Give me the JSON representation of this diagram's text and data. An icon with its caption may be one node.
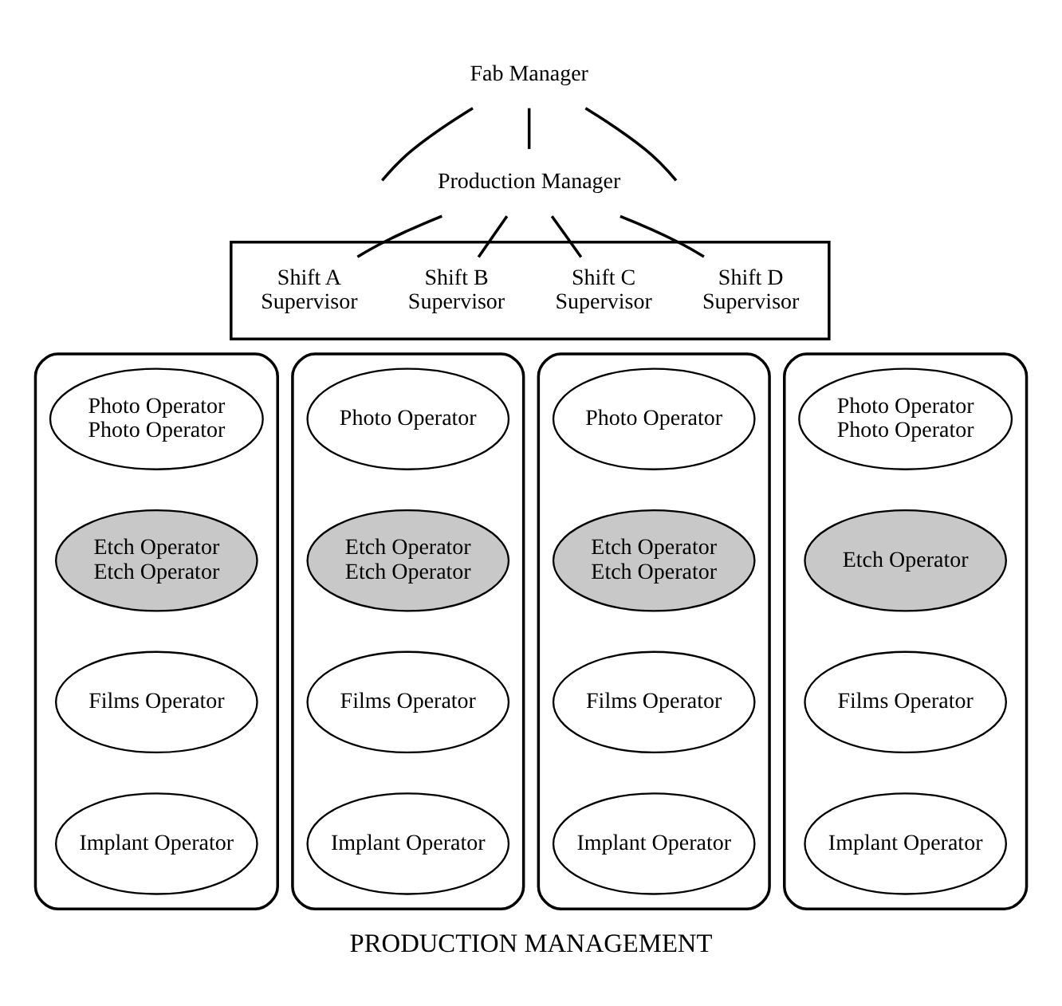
{
  "diagram": {
    "caption": "PRODUCTION MANAGEMENT",
    "nodes": [
      {
        "text": [
          "Fab Manager"
        ]
      },
      {
        "text": [
          "Production Manager"
        ]
      },
      {
        "text": [],
        "shape": "box"
      },
      {
        "text": [
          "Shift A",
          "Supervisor"
        ],
        "in": 2
      },
      {
        "text": [
          "Shift B",
          "Supervisor"
        ],
        "in": 2
      },
      {
        "text": [
          "Shift C",
          "Supervisor"
        ],
        "in": 2
      },
      {
        "text": [
          "Shift D",
          "Supervisor"
        ],
        "in": 2
      },
      {
        "text": [],
        "shape": "box"
      },
      {
        "text": [
          "Photo Operator",
          "Photo Operator"
        ],
        "in": 7
      },
      {
        "text": [
          "Etch Operator",
          "Etch Operator"
        ],
        "in": 7
      },
      {
        "text": [
          "Films Operator"
        ],
        "in": 7
      },
      {
        "text": [
          "Implant Operator"
        ],
        "in": 7
      },
      {
        "text": [],
        "shape": "box"
      },
      {
        "text": [
          "Photo Operator"
        ],
        "in": 12
      },
      {
        "text": [
          "Etch Operator",
          "Etch Operator"
        ],
        "in": 12
      },
      {
        "text": [
          "Films Operator"
        ],
        "in": 12
      },
      {
        "text": [
          "Implant Operator"
        ],
        "in": 12
      },
      {
        "text": [],
        "shape": "box"
      },
      {
        "text": [
          "Photo Operator"
        ],
        "in": 17
      },
      {
        "text": [
          "Etch Operator",
          "Etch Operator"
        ],
        "in": 17
      },
      {
        "text": [
          "Films Operator"
        ],
        "in": 17
      },
      {
        "text": [
          "Implant Operator"
        ],
        "in": 17
      },
      {
        "text": [],
        "shape": "box"
      },
      {
        "text": [
          "Photo Operator",
          "Photo Operator"
        ],
        "in": 22
      },
      {
        "text": [
          "Etch Operator"
        ],
        "in": 22
      },
      {
        "text": [
          "Films Operator"
        ],
        "in": 22
      },
      {
        "text": [
          "Implant Operator"
        ],
        "in": 22
      }
    ],
    "edges": [
      {
        "from": 0,
        "to": null,
        "arrow": "none"
      },
      {
        "from": 0,
        "to": 1,
        "arrow": "none"
      },
      {
        "from": 0,
        "to": null,
        "arrow": "none"
      },
      {
        "from": 1,
        "to": 3,
        "arrow": "none"
      },
      {
        "from": 1,
        "to": 4,
        "arrow": "none"
      },
      {
        "from": 1,
        "to": 5,
        "arrow": "none"
      },
      {
        "from": 1,
        "to": 6,
        "arrow": "none"
      }
    ]
  }
}
